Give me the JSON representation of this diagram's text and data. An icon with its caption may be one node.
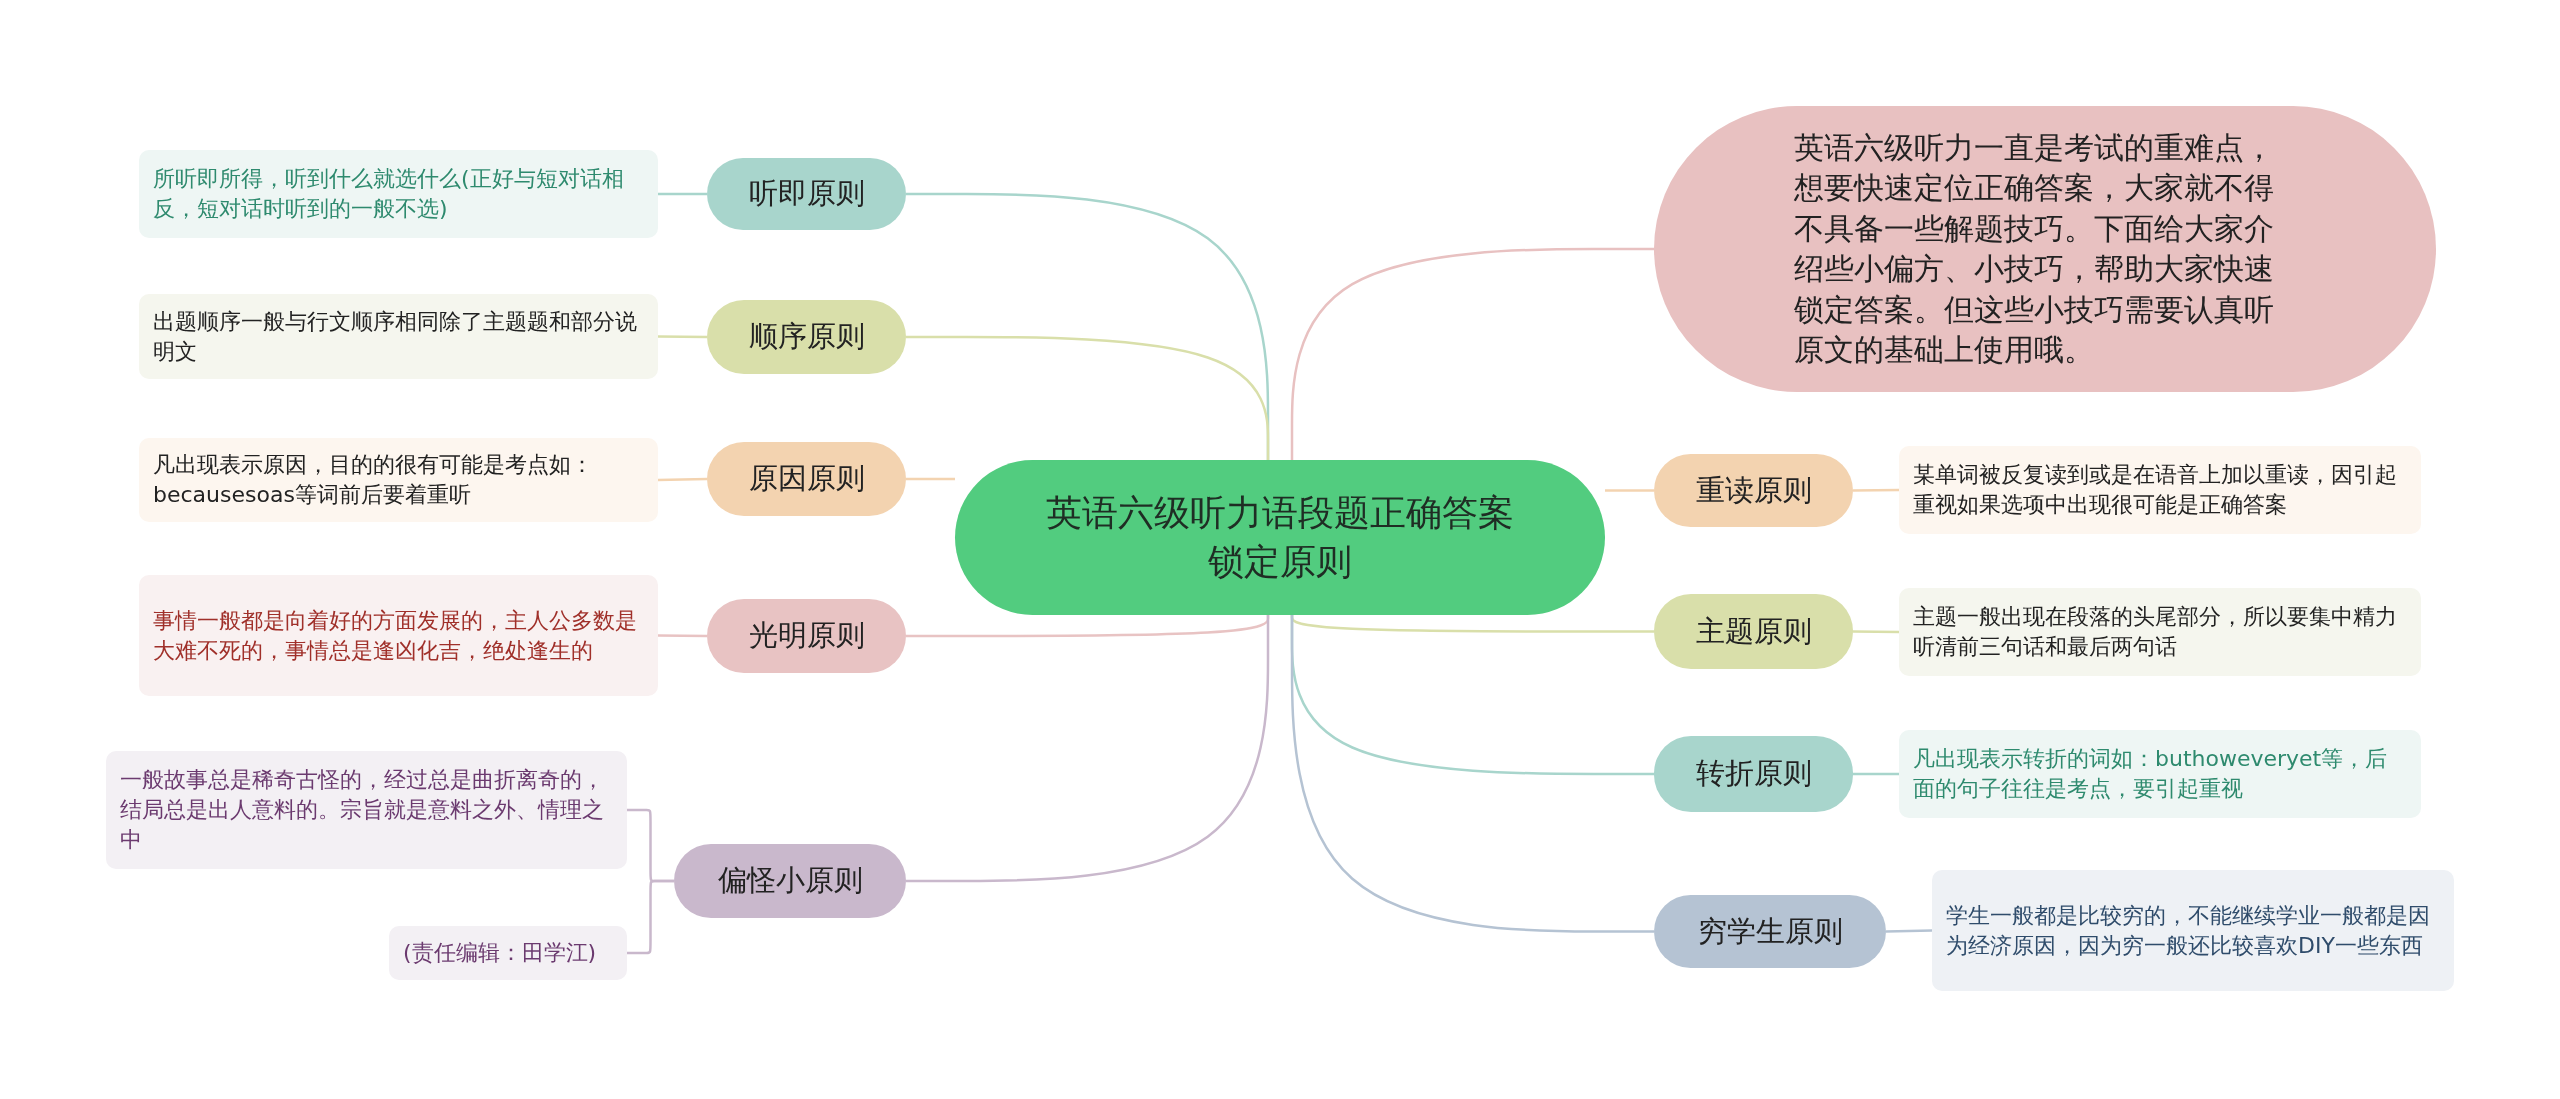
{
  "diagram": {
    "nodes": [
      {
        "text": [
          "英语六级听力语段题正确答案锁定原则"
        ]
      },
      {
        "text": [
          "听即原则"
        ]
      },
      {
        "text": [
          "所听即所得，听到什么就选什么(正好与短对话相反，短对话时听到的一般不选)"
        ]
      },
      {
        "text": [
          "顺序原则"
        ]
      },
      {
        "text": [
          "出题顺序一般与行文顺序相同除了主题题和部分说明文"
        ]
      },
      {
        "text": [
          "原因原则"
        ]
      },
      {
        "text": [
          "凡出现表示原因，目的的很有可能是考点如：becausesoas等词前后要着重听"
        ]
      },
      {
        "text": [
          "光明原则"
        ]
      },
      {
        "text": [
          "事情一般都是向着好的方面发展的，主人公多数是大难不死的，事情总是逢凶化吉，绝处逢生的"
        ]
      },
      {
        "text": [
          "偏怪小原则"
        ]
      },
      {
        "text": [
          "一般故事总是稀奇古怪的，经过总是曲折离奇的，结局总是出人意料的。宗旨就是意料之外、情理之中"
        ]
      },
      {
        "text": [
          "(责任编辑：田学江)"
        ]
      },
      {
        "text": [
          "英语六级听力一直是考试的重难点，想要快速定位正确答案，大家就不得不具备一些解题技巧。下面给大家介绍些小偏方、小技巧，帮助大家快速锁定答案。但这些小技巧需要认真听原文的基础上使用哦。"
        ]
      },
      {
        "text": [
          "重读原则"
        ]
      },
      {
        "text": [
          "某单词被反复读到或是在语音上加以重读，因引起重视如果选项中出现很可能是正确答案"
        ]
      },
      {
        "text": [
          "主题原则"
        ]
      },
      {
        "text": [
          "主题一般出现在段落的头尾部分，所以要集中精力听清前三句话和最后两句话"
        ]
      },
      {
        "text": [
          "转折原则"
        ]
      },
      {
        "text": [
          "凡出现表示转折的词如：buthoweveryet等，后面的句子往往是考点，要引起重视"
        ]
      },
      {
        "text": [
          "穷学生原则"
        ]
      },
      {
        "text": [
          "学生一般都是比较穷的，不能继续学业一般都是因为经济原因，因为穷一般还比较喜欢DIY一些东西"
        ]
      }
    ],
    "edges": [
      {
        "from": 0,
        "to": 1,
        "arrow": "none",
        "color": "#a8d5cc"
      },
      {
        "from": 1,
        "to": 2,
        "arrow": "none",
        "color": "#a8d5cc"
      },
      {
        "from": 0,
        "to": 3,
        "arrow": "none",
        "color": "#d9dfaa"
      },
      {
        "from": 3,
        "to": 4,
        "arrow": "none",
        "color": "#d9dfaa"
      },
      {
        "from": 0,
        "to": 5,
        "arrow": "none",
        "color": "#f3d3b0"
      },
      {
        "from": 5,
        "to": 6,
        "arrow": "none",
        "color": "#f3d3b0"
      },
      {
        "from": 0,
        "to": 7,
        "arrow": "none",
        "color": "#e8c3c3"
      },
      {
        "from": 7,
        "to": 8,
        "arrow": "none",
        "color": "#e8c3c3"
      },
      {
        "from": 0,
        "to": 9,
        "arrow": "none",
        "color": "#c9b8cc"
      },
      {
        "from": 9,
        "to": 10,
        "arrow": "none",
        "color": "#c9b8cc"
      },
      {
        "from": 9,
        "to": 11,
        "arrow": "none",
        "color": "#c9b8cc"
      },
      {
        "from": 0,
        "to": 12,
        "arrow": "none",
        "color": "#e8c1c1"
      },
      {
        "from": 0,
        "to": 13,
        "arrow": "none",
        "color": "#f3d3b0"
      },
      {
        "from": 13,
        "to": 14,
        "arrow": "none",
        "color": "#f3d3b0"
      },
      {
        "from": 0,
        "to": 15,
        "arrow": "none",
        "color": "#d9dfaa"
      },
      {
        "from": 15,
        "to": 16,
        "arrow": "none",
        "color": "#d9dfaa"
      },
      {
        "from": 0,
        "to": 17,
        "arrow": "none",
        "color": "#a8d5cc"
      },
      {
        "from": 17,
        "to": 18,
        "arrow": "none",
        "color": "#a8d5cc"
      },
      {
        "from": 0,
        "to": 19,
        "arrow": "none",
        "color": "#b5c3d3"
      },
      {
        "from": 19,
        "to": 20,
        "arrow": "none",
        "color": "#b5c3d3"
      }
    ]
  }
}
